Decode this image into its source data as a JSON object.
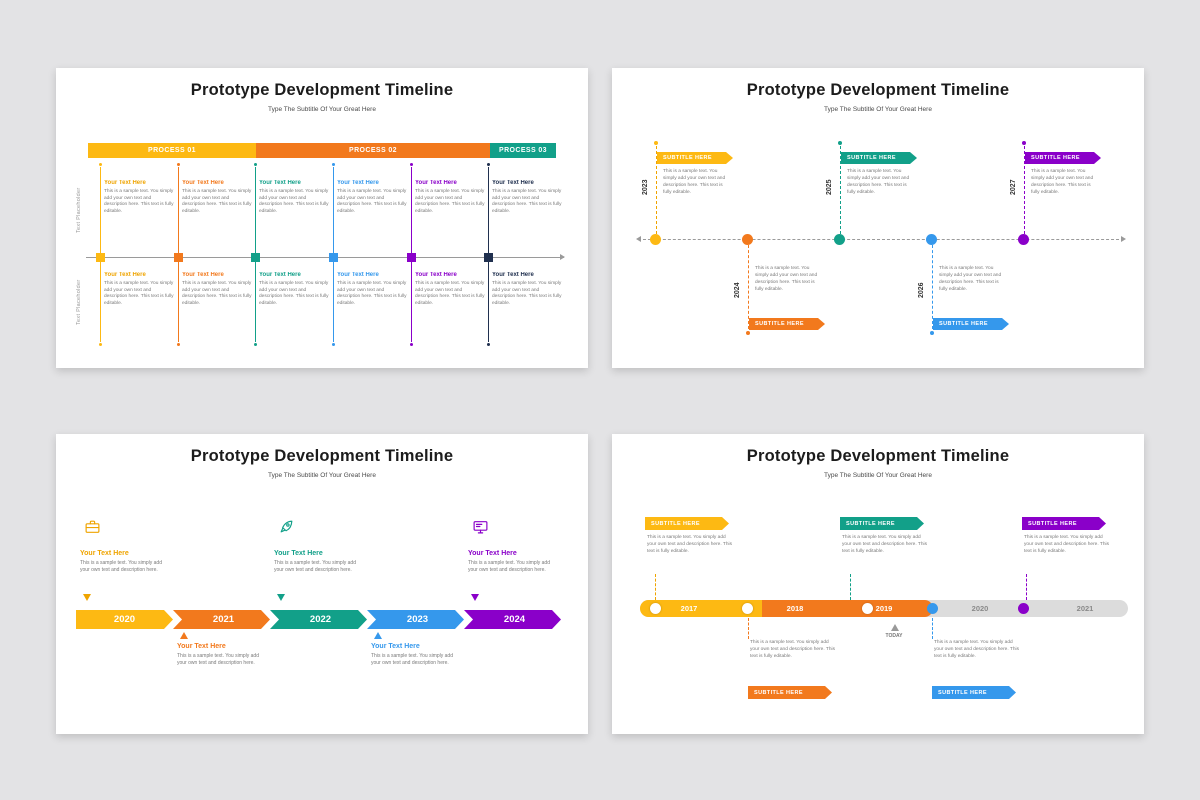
{
  "palette": {
    "yellow": "#FDB913",
    "orange": "#F2791D",
    "teal": "#12A089",
    "blue": "#3598EC",
    "purple": "#8A00C9",
    "navy": "#20304F",
    "axis_gray": "#9A9A9A"
  },
  "common": {
    "title": "Prototype Development Timeline",
    "subtitle": "Type The Subtitle Of Your Great Here",
    "heading": "Your Text Here",
    "banner": "SUBTITLE HERE",
    "body_long": "This is a sample text. You simply add your own text and description here. This text is fully editable.",
    "body_short": "This is a sample text. You simply add your own text and description here.",
    "side_label": "Text Placeholder",
    "today": "TODAY"
  },
  "slide1": {
    "processes": [
      "PROCESS 01",
      "PROCESS 02",
      "PROCESS 03"
    ]
  },
  "slide2": {
    "years": [
      "2023",
      "2024",
      "2025",
      "2026",
      "2027"
    ]
  },
  "slide3": {
    "years": [
      "2020",
      "2021",
      "2022",
      "2023",
      "2024"
    ]
  },
  "slide4": {
    "years": [
      "2017",
      "2018",
      "2019",
      "2020",
      "2021"
    ]
  }
}
